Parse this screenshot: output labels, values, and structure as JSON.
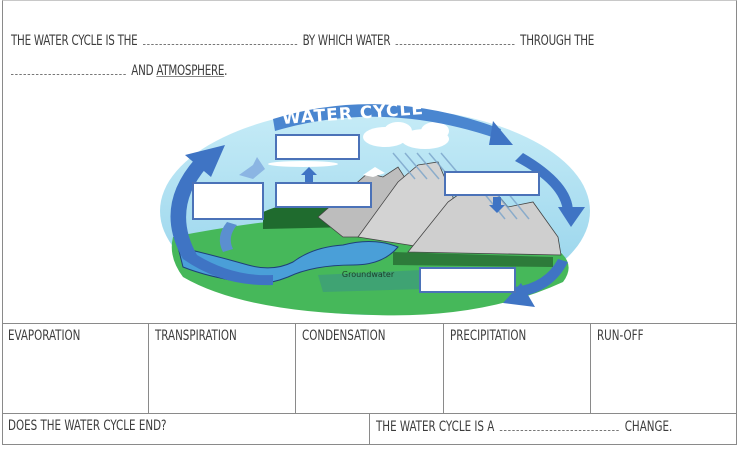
{
  "worksheet": {
    "intro_line1": {
      "p1": "THE WATER CYCLE IS THE",
      "p2": "BY WHICH WATER",
      "p3": "THROUGH THE"
    },
    "intro_line2": {
      "p1": "AND",
      "p2": "ATMOSPHERE",
      "p3": "."
    }
  },
  "diagram": {
    "title": "WATER CYCLE",
    "groundwater_label": "Groundwater",
    "label_boxes": [
      "",
      "",
      "",
      "",
      ""
    ],
    "colors": {
      "sky": "#a9dcef",
      "arrow": "#3f74c4",
      "land": "#46b85a",
      "lake": "#4a9fd8",
      "mountain": "#c8c8c8"
    }
  },
  "table": {
    "terms": [
      "EVAPORATION",
      "TRANSPIRATION",
      "CONDENSATION",
      "PRECIPITATION",
      "RUN-OFF"
    ],
    "question_left": "DOES THE WATER CYCLE END?",
    "question_right_p1": "THE WATER CYCLE IS A",
    "question_right_p2": "CHANGE."
  }
}
